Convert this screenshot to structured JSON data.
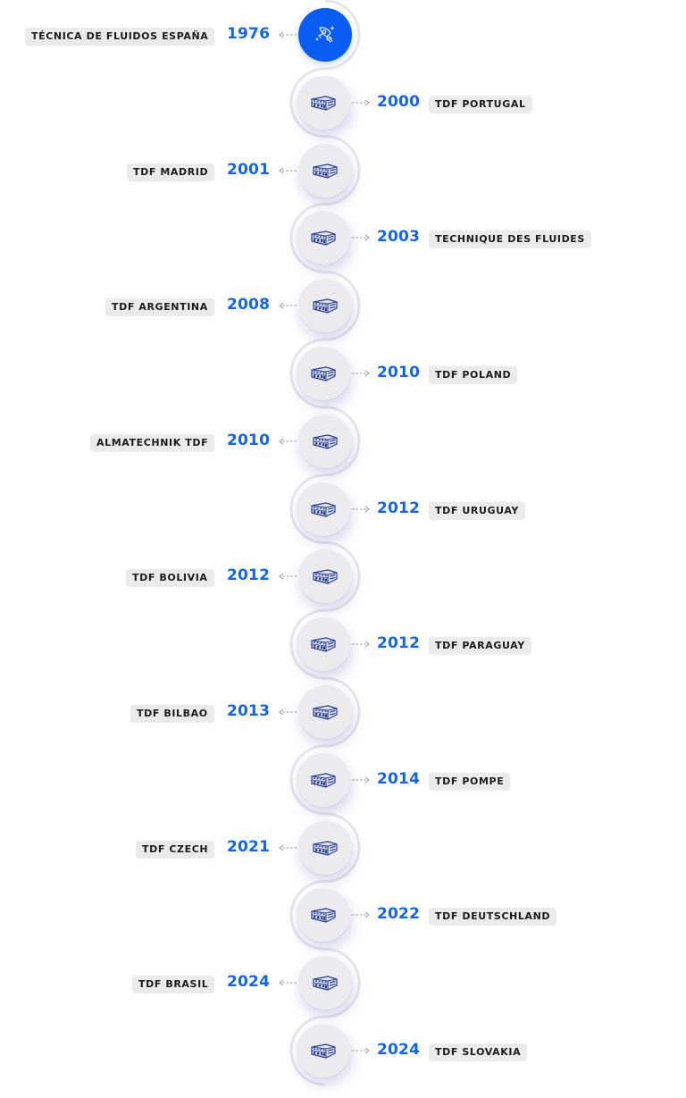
{
  "timeline": {
    "accent_color": "#1565e6",
    "first_node_color": "#0b5cf2",
    "items": [
      {
        "year": "1976",
        "name": "TÉCNICA DE FLUIDOS ESPAÑA",
        "side": "left",
        "icon": "rocket-icon"
      },
      {
        "year": "2000",
        "name": "TDF PORTUGAL",
        "side": "right",
        "icon": "building-icon"
      },
      {
        "year": "2001",
        "name": "TDF MADRID",
        "side": "left",
        "icon": "building-icon"
      },
      {
        "year": "2003",
        "name": "TECHNIQUE DES FLUIDES",
        "side": "right",
        "icon": "building-icon"
      },
      {
        "year": "2008",
        "name": "TDF ARGENTINA",
        "side": "left",
        "icon": "building-icon"
      },
      {
        "year": "2010",
        "name": "TDF POLAND",
        "side": "right",
        "icon": "building-icon"
      },
      {
        "year": "2010",
        "name": "ALMATECHNIK TDF",
        "side": "left",
        "icon": "building-icon"
      },
      {
        "year": "2012",
        "name": "TDF URUGUAY",
        "side": "right",
        "icon": "building-icon"
      },
      {
        "year": "2012",
        "name": "TDF BOLIVIA",
        "side": "left",
        "icon": "building-icon"
      },
      {
        "year": "2012",
        "name": "TDF PARAGUAY",
        "side": "right",
        "icon": "building-icon"
      },
      {
        "year": "2013",
        "name": "TDF BILBAO",
        "side": "left",
        "icon": "building-icon"
      },
      {
        "year": "2014",
        "name": "TDF POMPE",
        "side": "right",
        "icon": "building-icon"
      },
      {
        "year": "2021",
        "name": "TDF CZECH",
        "side": "left",
        "icon": "building-icon"
      },
      {
        "year": "2022",
        "name": "TDF DEUTSCHLAND",
        "side": "right",
        "icon": "building-icon"
      },
      {
        "year": "2024",
        "name": "TDF BRASIL",
        "side": "left",
        "icon": "building-icon"
      },
      {
        "year": "2024",
        "name": "TDF SLOVAKIA",
        "side": "right",
        "icon": "building-icon"
      }
    ]
  }
}
